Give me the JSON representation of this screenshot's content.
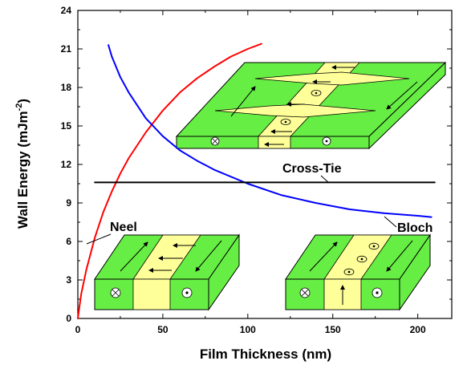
{
  "chart_data": {
    "type": "line",
    "xlabel": "Film Thickness (nm)",
    "ylabel_main": "Wall Energy (mJm",
    "ylabel_exp": "-2",
    "ylabel_close": ")",
    "xlim": [
      0,
      220
    ],
    "ylim": [
      0,
      24
    ],
    "xticks": [
      0,
      50,
      100,
      150,
      200
    ],
    "yticks": [
      0,
      3,
      6,
      9,
      12,
      15,
      18,
      21,
      24
    ],
    "grid": false,
    "series": [
      {
        "name": "Neel",
        "color": "#ff0000",
        "x": [
          0,
          2,
          5,
          10,
          15,
          20,
          25,
          30,
          40,
          50,
          60,
          70,
          80,
          90,
          100,
          108
        ],
        "y": [
          0,
          1.9,
          3.8,
          6.3,
          8.3,
          9.9,
          11.3,
          12.5,
          14.5,
          16.2,
          17.6,
          18.7,
          19.6,
          20.4,
          21.0,
          21.4
        ]
      },
      {
        "name": "Bloch",
        "color": "#0000ff",
        "x": [
          18,
          20,
          25,
          30,
          40,
          50,
          60,
          70,
          80,
          100,
          120,
          140,
          160,
          180,
          200,
          208
        ],
        "y": [
          21.3,
          20.4,
          18.8,
          17.6,
          15.6,
          14.2,
          13.1,
          12.3,
          11.6,
          10.5,
          9.6,
          9.0,
          8.5,
          8.2,
          8.0,
          7.9
        ]
      },
      {
        "name": "Cross-Tie",
        "color": "#000000",
        "x": [
          10,
          210
        ],
        "y": [
          10.6,
          10.6
        ]
      }
    ],
    "annotations": {
      "neel": "Neel",
      "bloch": "Bloch",
      "crosstie": "Cross-Tie"
    }
  },
  "colors": {
    "green": "#66ee44",
    "yellow": "#ffff99",
    "stroke": "#000000"
  }
}
